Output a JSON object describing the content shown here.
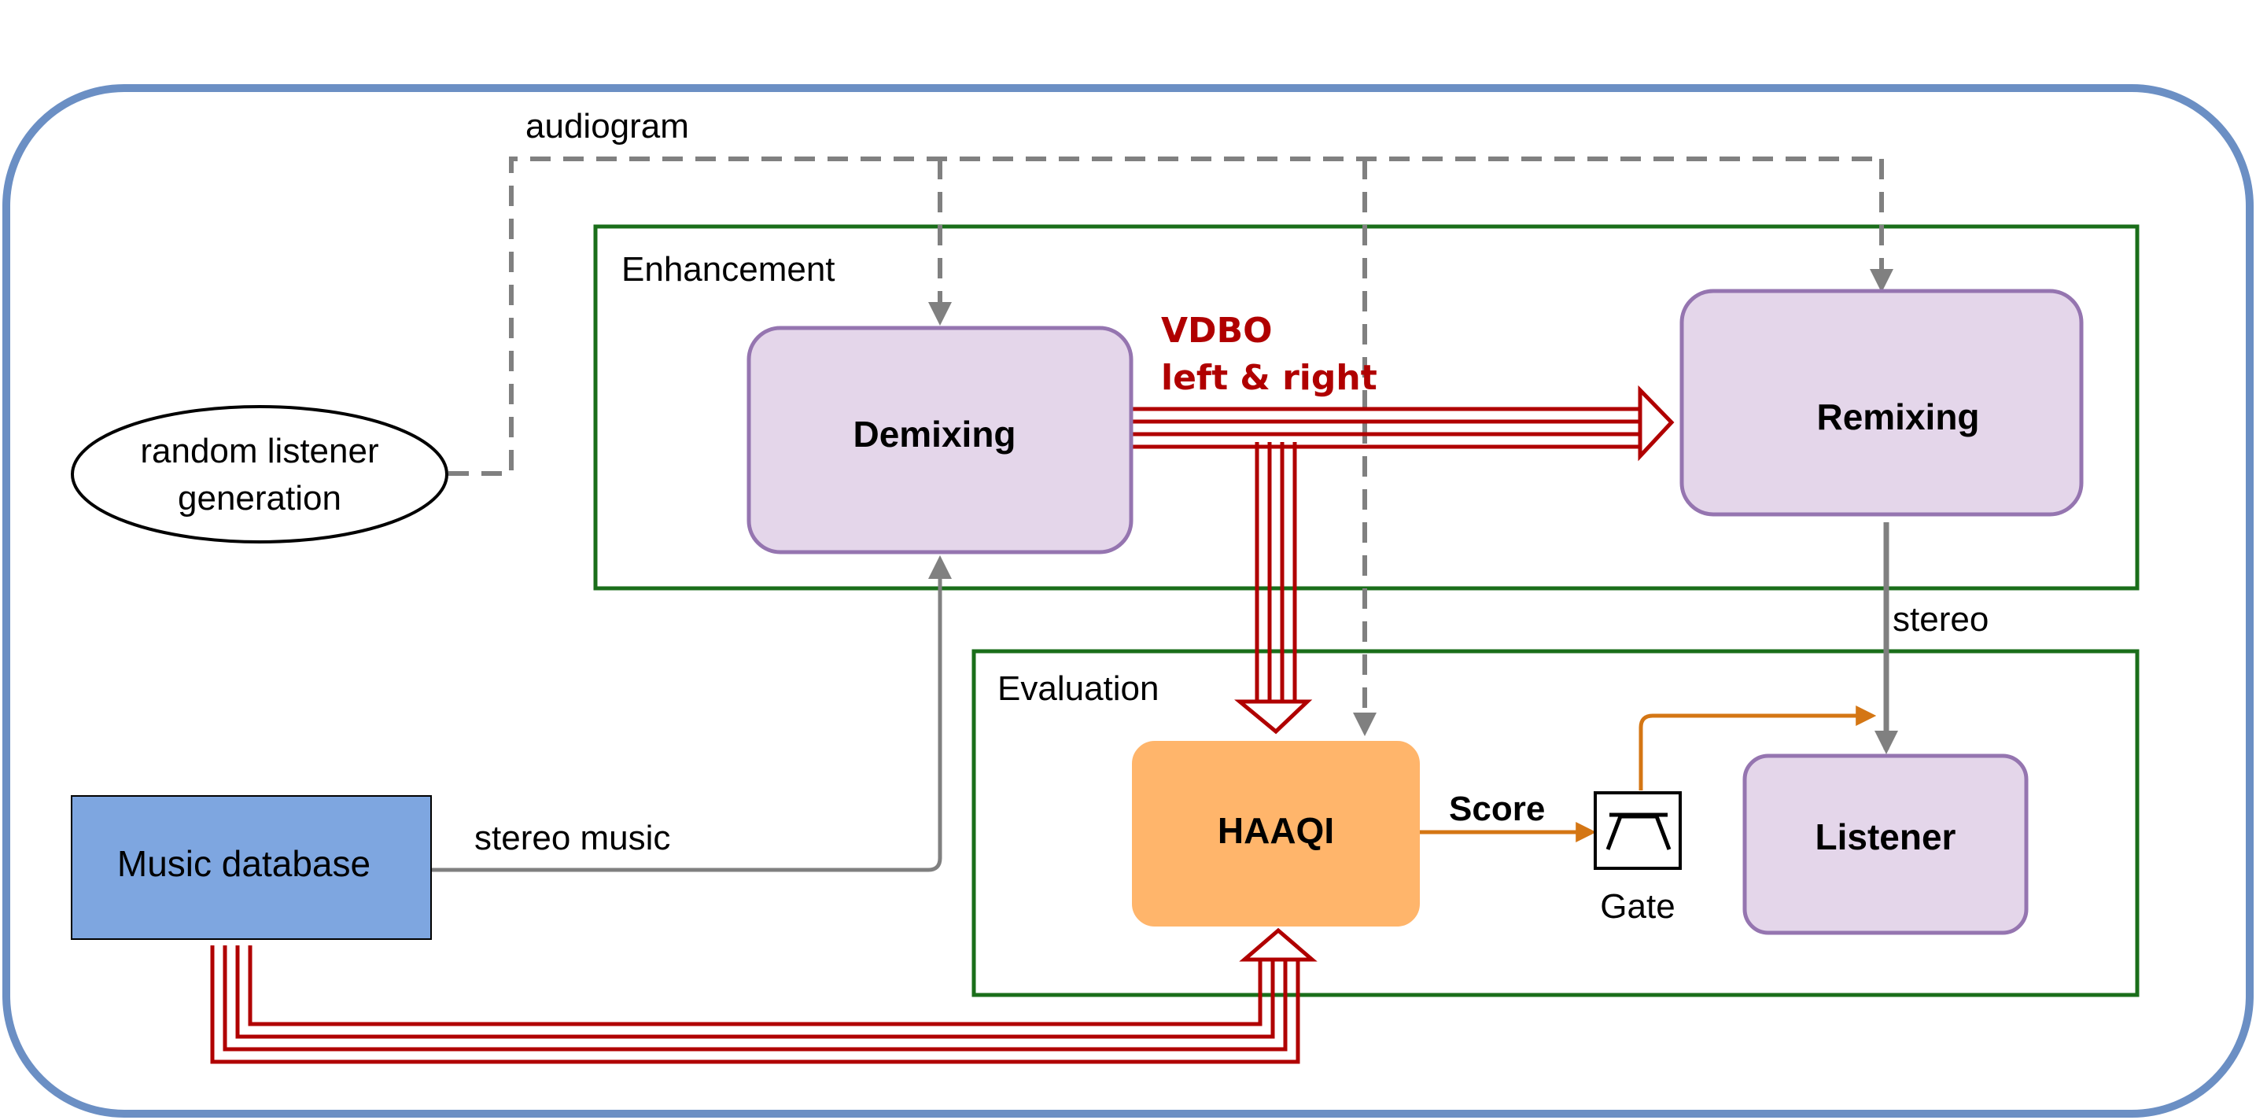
{
  "nodes": {
    "enhancement": "Enhancement",
    "evaluation": "Evaluation",
    "demixing": "Demixing",
    "remixing": "Remixing",
    "haaqi": "HAAQI",
    "listener": "Listener",
    "random_listener_line1": "random listener",
    "random_listener_line2": "generation",
    "music_database": "Music database",
    "gate": "Gate"
  },
  "edges": {
    "audiogram": "audiogram",
    "vdbo_line1": "VDBO",
    "vdbo_line2": "left & right",
    "stereo": "stereo",
    "stereo_music": "stereo music",
    "score": "Score"
  },
  "colors": {
    "outer_border": "#6b8fc4",
    "group_border": "#1a6e1a",
    "process_fill": "#e4d6ea",
    "process_border": "#9575b0",
    "haaqi_fill": "#ffb56b",
    "database_fill": "#7ea6e0",
    "dashed_arrow": "#808080",
    "signal_arrow": "#b00000",
    "score_arrow": "#d47614"
  }
}
